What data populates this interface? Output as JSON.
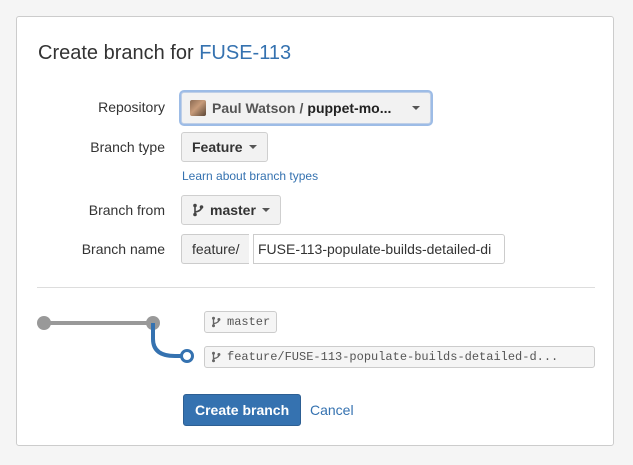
{
  "dialog": {
    "title_prefix": "Create branch for",
    "issue_key": "FUSE-113"
  },
  "form": {
    "repository": {
      "label": "Repository",
      "owner": "Paul Watson",
      "separator": "/",
      "name": "puppet-mo..."
    },
    "branch_type": {
      "label": "Branch type",
      "value": "Feature",
      "help_link": "Learn about branch types"
    },
    "branch_from": {
      "label": "Branch from",
      "value": "master"
    },
    "branch_name": {
      "label": "Branch name",
      "prefix": "feature/",
      "value": "FUSE-113-populate-builds-detailed-di"
    }
  },
  "preview": {
    "source_branch": "master",
    "new_branch": "feature/FUSE-113-populate-builds-detailed-d..."
  },
  "actions": {
    "create": "Create branch",
    "cancel": "Cancel"
  },
  "colors": {
    "accent": "#3572b0",
    "diagram_line": "#999999"
  }
}
